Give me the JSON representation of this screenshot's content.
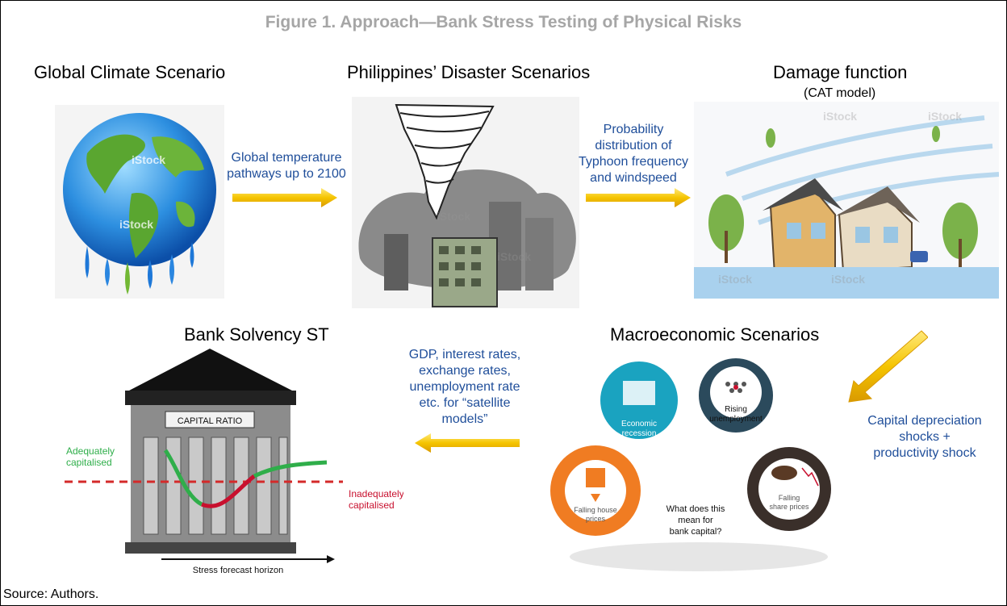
{
  "title": "Figure 1. Approach—Bank Stress Testing of Physical Risks",
  "headings": {
    "global_climate": "Global Climate Scenario",
    "disaster": "Philippines’ Disaster Scenarios",
    "damage": "Damage function",
    "damage_sub": "(CAT model)",
    "solvency": "Bank Solvency ST",
    "macro": "Macroeconomic Scenarios"
  },
  "arrow_labels": {
    "temperature": [
      "Global temperature",
      "pathways up to 2100"
    ],
    "typhoon": [
      "Probability",
      "distribution of",
      "Typhoon frequency",
      "and windspeed"
    ],
    "capital": [
      "Capital depreciation",
      "shocks +",
      "productivity shock"
    ],
    "gdp": [
      "GDP, interest rates,",
      "exchange rates,",
      "unemployment rate",
      "etc. for “satellite",
      "models”"
    ]
  },
  "bank_image": {
    "capital_ratio": "CAPITAL RATIO",
    "adequately": [
      "Adequately",
      "capitalised"
    ],
    "inadequately": [
      "Inadequately",
      "capitalised"
    ],
    "horizon": "Stress forecast horizon"
  },
  "macro_image": {
    "recession": [
      "Economic",
      "recession"
    ],
    "unemployment": [
      "Rising",
      "unemployment"
    ],
    "house": [
      "Falling house",
      "prices"
    ],
    "share": [
      "Falling",
      "share prices"
    ],
    "question": [
      "What does this",
      "mean for",
      "bank capital?"
    ]
  },
  "watermark": "iStock",
  "source": "Source: Authors.",
  "colors": {
    "title": "#a6a6a6",
    "blue_text": "#1f4e9a",
    "arrow": "#f5c400",
    "green_curve": "#2fae4a",
    "red_curve": "#c8102e",
    "orange": "#f07c22",
    "teal": "#1aa3c0",
    "dark_blue": "#2b4a5c"
  },
  "icons": [
    "earth-icon",
    "tornado-icon",
    "damaged-houses-icon",
    "bank-building-icon",
    "macro-circles-icon"
  ]
}
